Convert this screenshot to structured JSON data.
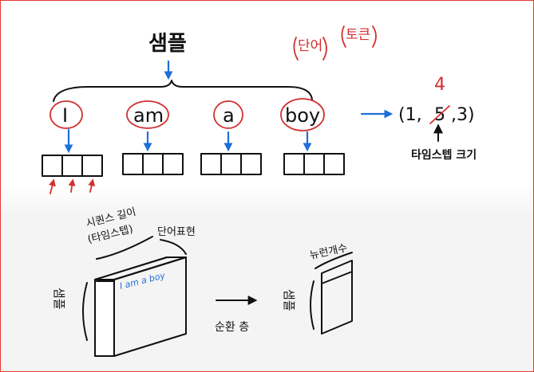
{
  "top": {
    "sample_label": "샘플",
    "token_note_word": "단어",
    "token_note_token": "토큰",
    "words": [
      "I",
      "am",
      "a",
      "boy"
    ],
    "shape_open": "(1,",
    "shape_old": "5",
    "shape_new": "4",
    "shape_close": ",3)",
    "timestep_label": "타임스텝 크기"
  },
  "bottom": {
    "seq_len_label": "시퀀스 길이",
    "timestep_paren": "(타임스텝)",
    "word_repr_label": "단어표현",
    "sentence": "I am a boy",
    "sample_left": "샘플",
    "rnn_layer_label": "순환 층",
    "neuron_count_label": "뉴런개수",
    "sample_right": "샘플"
  },
  "colors": {
    "ink": "#111111",
    "red": "#d32f2f",
    "blue": "#1e6fd9"
  }
}
